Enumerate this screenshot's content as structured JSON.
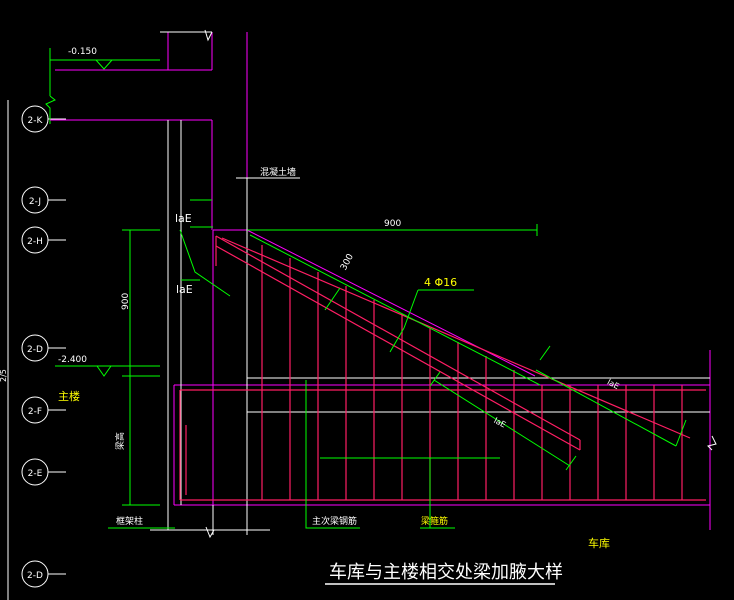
{
  "colors": {
    "background": "#000000",
    "structure": "#ff00ff",
    "rebar": "#ff1e64",
    "dimension": "#00ff00",
    "text_white": "#ffffff",
    "text_yellow": "#ffff00"
  },
  "axes": {
    "markers": [
      "2-K",
      "2-J",
      "2-H",
      "2-D",
      "2-F",
      "2-E",
      "2-D"
    ]
  },
  "labels": {
    "elev_top": "-0.150",
    "elev_mid": "-2.400",
    "concrete_wall": "混凝土墙",
    "dim_900_h": "900",
    "dim_300": "300",
    "dim_900_v": "900",
    "lae_1": "laE",
    "lae_2": "laE",
    "lae_slope_1": "laE",
    "lae_slope_2": "laE",
    "rebar_spec": "4 Φ16",
    "main_building": "主楼",
    "beam_height": "梁高",
    "frame_column": "框架柱",
    "main_beam_rebar": "主次梁钢筋",
    "added_stirrup": "梁箍筋",
    "garage": "车库",
    "axis_side_text": "2/5"
  },
  "title": "车库与主楼相交处梁加腋大样"
}
